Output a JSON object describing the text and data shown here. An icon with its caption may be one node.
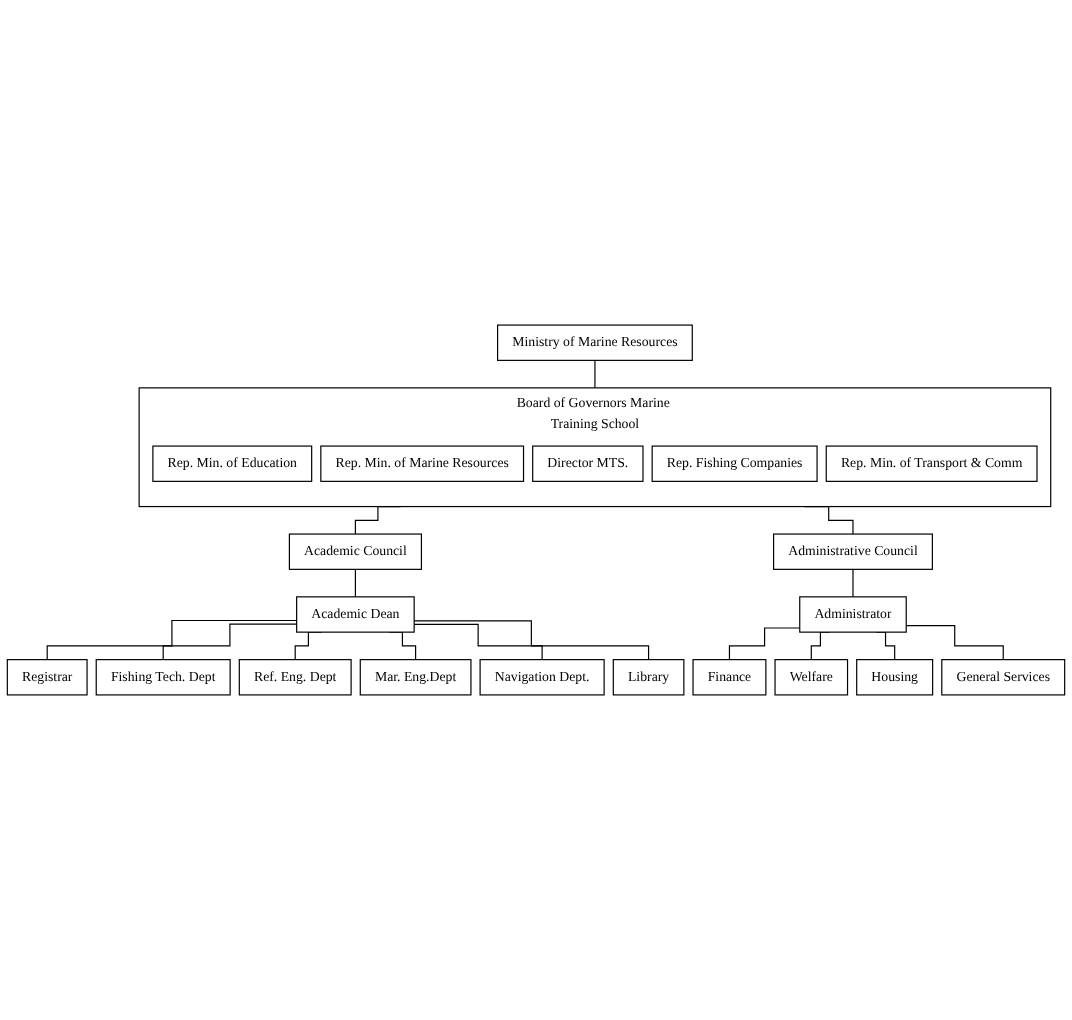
{
  "diagram": {
    "nodes": [
      {
        "text": [
          "Ministry of Marine Resources"
        ]
      },
      {
        "text": [
          "Board of Governors Marine Training School"
        ]
      },
      {
        "text": [
          "Rep. Min. of Education"
        ],
        "in": 1
      },
      {
        "text": [
          "Rep. Min. of Marine Resources"
        ],
        "in": 1
      },
      {
        "text": [
          "Director MTS."
        ],
        "in": 1
      },
      {
        "text": [
          "Rep. Fishing Companies"
        ],
        "in": 1
      },
      {
        "text": [
          "Rep. Min. of Transport & Comm"
        ],
        "in": 1
      },
      {
        "text": [
          "Academic Council"
        ]
      },
      {
        "text": [
          "Administrative Council"
        ]
      },
      {
        "text": [
          "Academic Dean"
        ]
      },
      {
        "text": [
          "Administrator"
        ]
      },
      {
        "text": [
          "Registrar"
        ]
      },
      {
        "text": [
          "Fishing Tech. Dept"
        ]
      },
      {
        "text": [
          "Ref. Eng. Dept"
        ]
      },
      {
        "text": [
          "Mar. Eng.Dept"
        ]
      },
      {
        "text": [
          "Navigation Dept."
        ]
      },
      {
        "text": [
          "Library"
        ]
      },
      {
        "text": [
          "Finance"
        ]
      },
      {
        "text": [
          "Welfare"
        ]
      },
      {
        "text": [
          "Housing"
        ]
      },
      {
        "text": [
          "General Services"
        ]
      }
    ],
    "edges": [
      {
        "from": 0,
        "to": 1,
        "arrow": "none"
      },
      {
        "from": 1,
        "to": 7,
        "arrow": "none"
      },
      {
        "from": 1,
        "to": 8,
        "arrow": "none"
      },
      {
        "from": 7,
        "to": 9,
        "arrow": "none"
      },
      {
        "from": 8,
        "to": 10,
        "arrow": "none"
      },
      {
        "from": 9,
        "to": 11,
        "arrow": "none"
      },
      {
        "from": 9,
        "to": 12,
        "arrow": "none"
      },
      {
        "from": 9,
        "to": 13,
        "arrow": "none"
      },
      {
        "from": 9,
        "to": 14,
        "arrow": "none"
      },
      {
        "from": 9,
        "to": 15,
        "arrow": "none"
      },
      {
        "from": 9,
        "to": 16,
        "arrow": "none"
      },
      {
        "from": 10,
        "to": 17,
        "arrow": "none"
      },
      {
        "from": 10,
        "to": 18,
        "arrow": "none"
      },
      {
        "from": 10,
        "to": 19,
        "arrow": "none"
      },
      {
        "from": 10,
        "to": 20,
        "arrow": "none"
      }
    ]
  }
}
